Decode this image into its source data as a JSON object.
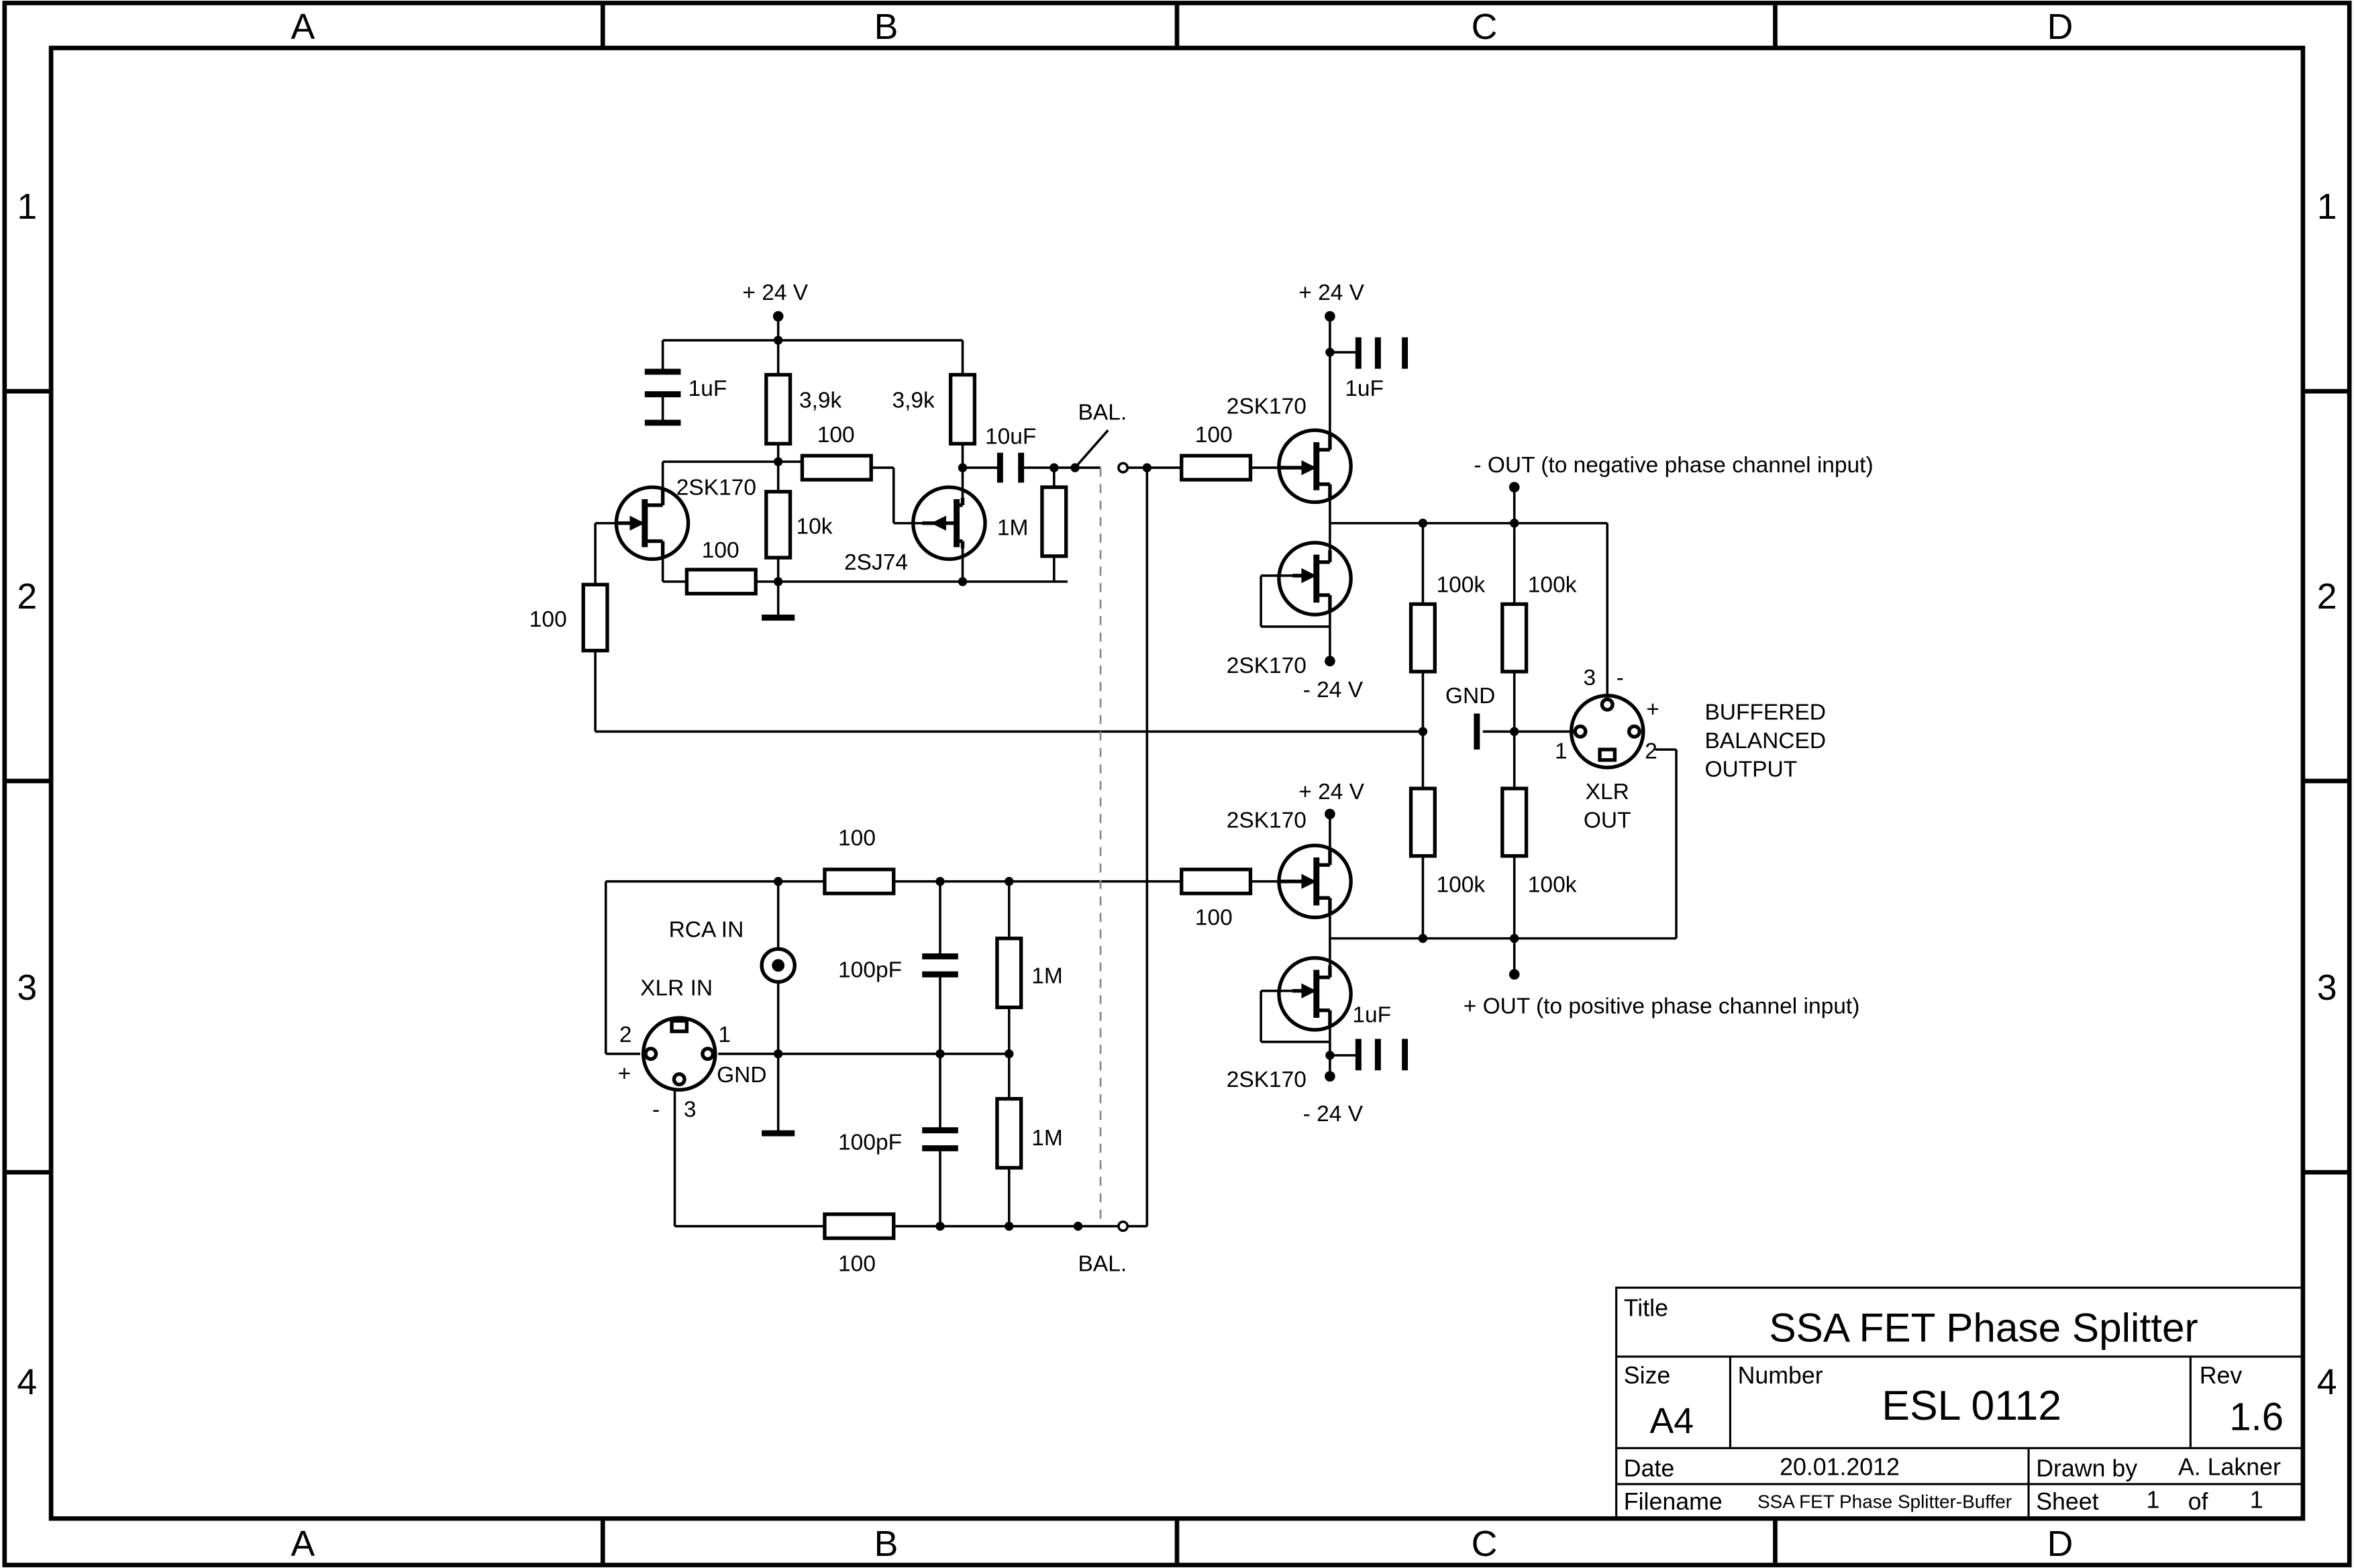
{
  "frame": {
    "columns": [
      "A",
      "B",
      "C",
      "D"
    ],
    "rows": [
      "1",
      "2",
      "3",
      "4"
    ]
  },
  "labels": {
    "vplus_top1": "+ 24 V",
    "vplus_top2": "+ 24 V",
    "vplus_mid": "+ 24 V",
    "vminus_mid": "- 24 V",
    "vminus_bot": "- 24 V",
    "cap_1uF_a": "1uF",
    "cap_1uF_b": "1uF",
    "cap_1uF_c": "1uF",
    "cap_10uF": "10uF",
    "r_3k9_a": "3,9k",
    "r_3k9_b": "3,9k",
    "r_100_a": "100",
    "r_100_b": "100",
    "r_100_c": "100",
    "r_100_d": "100",
    "r_100_e": "100",
    "r_100_f": "100",
    "r_100_g": "100",
    "r_10k": "10k",
    "r_1M_a": "1M",
    "r_1M_b": "1M",
    "r_1M_c": "1M",
    "r_100k_a": "100k",
    "r_100k_b": "100k",
    "r_100k_c": "100k",
    "r_100k_d": "100k",
    "q_2sk170_a": "2SK170",
    "q_2sk170_b": "2SK170",
    "q_2sk170_c": "2SK170",
    "q_2sk170_d": "2SK170",
    "q_2sk170_e": "2SK170",
    "q_2sj74": "2SJ74",
    "bal_top": "BAL.",
    "bal_bot": "BAL.",
    "out_neg": "- OUT (to negative phase channel input)",
    "out_pos": "+ OUT (to positive phase channel input)",
    "gnd_a": "GND",
    "gnd_b": "GND",
    "buffered_1": "BUFFERED",
    "buffered_2": "BALANCED",
    "buffered_3": "OUTPUT",
    "xlr_out_1": "XLR",
    "xlr_out_2": "OUT",
    "xlr_in": "XLR IN",
    "rca_in": "RCA IN",
    "c_100pF_a": "100pF",
    "c_100pF_b": "100pF",
    "pin_3_out": "3",
    "pin_minus_out": "-",
    "pin_plus_out": "+",
    "pin_1_out": "1",
    "pin_2_out": "2",
    "pin_2_in": "2",
    "pin_1_in": "1",
    "pin_plus_in": "+",
    "pin_minus_in": "-",
    "pin_3_in": "3"
  },
  "title_block": {
    "title_label": "Title",
    "title": "SSA FET Phase Splitter",
    "size_label": "Size",
    "size": "A4",
    "number_label": "Number",
    "number": "ESL 0112",
    "rev_label": "Rev",
    "rev": "1.6",
    "date_label": "Date",
    "date": "20.01.2012",
    "drawn_label": "Drawn by",
    "drawn_by": "A. Lakner",
    "filename_label": "Filename",
    "filename": "SSA FET Phase Splitter-Buffer",
    "sheet_label": "Sheet",
    "sheet": "1",
    "of_label": "of",
    "sheets": "1"
  }
}
